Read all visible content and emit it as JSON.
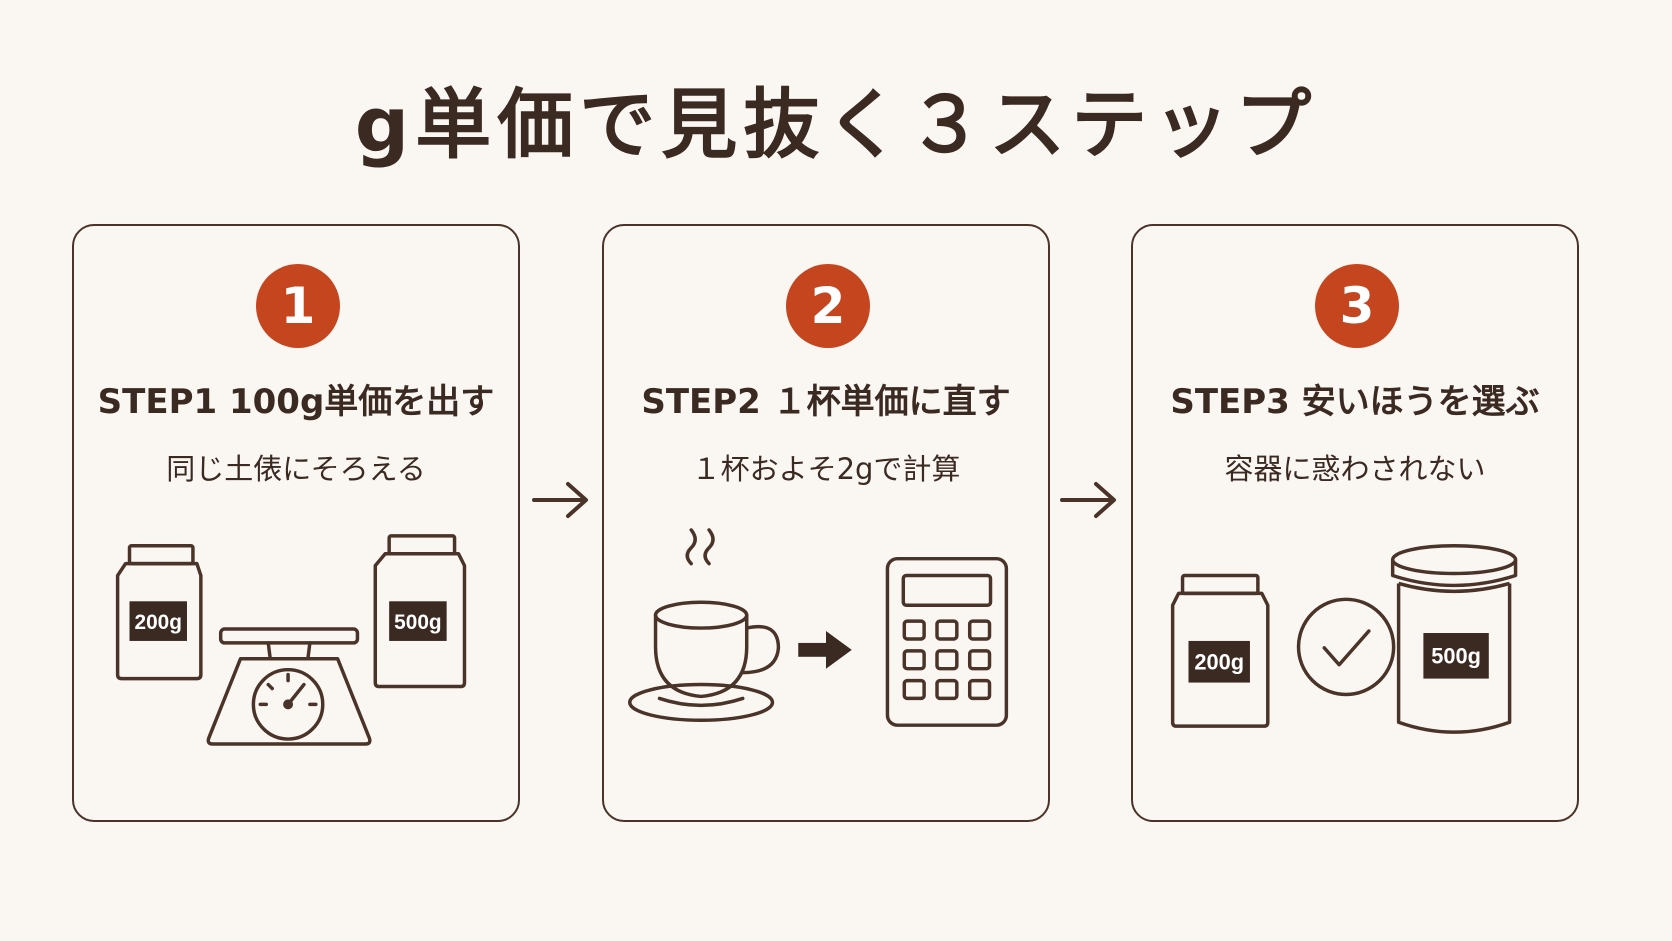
{
  "title": "g単価で見抜く３ステップ",
  "colors": {
    "accent": "#c5451f",
    "ink": "#3b2a22",
    "background": "#faf7f2"
  },
  "steps": [
    {
      "number": "1",
      "title": "STEP1 100g単価を出す",
      "subtitle": "同じ土俵にそろえる",
      "labels": [
        "200g",
        "500g"
      ],
      "icons": [
        "coffee-bag-icon",
        "scale-icon",
        "coffee-bag-icon"
      ]
    },
    {
      "number": "2",
      "title": "STEP2 １杯単価に直す",
      "subtitle": "１杯およそ2gで計算",
      "icons": [
        "coffee-cup-icon",
        "arrow-right-icon",
        "calculator-icon"
      ]
    },
    {
      "number": "3",
      "title": "STEP3  安いほうを選ぶ",
      "subtitle": "容器に惑わされない",
      "labels": [
        "200g",
        "500g"
      ],
      "icons": [
        "coffee-bag-icon",
        "check-circle-icon",
        "canister-icon"
      ]
    }
  ],
  "connectors": [
    "arrow-right-icon",
    "arrow-right-icon"
  ]
}
